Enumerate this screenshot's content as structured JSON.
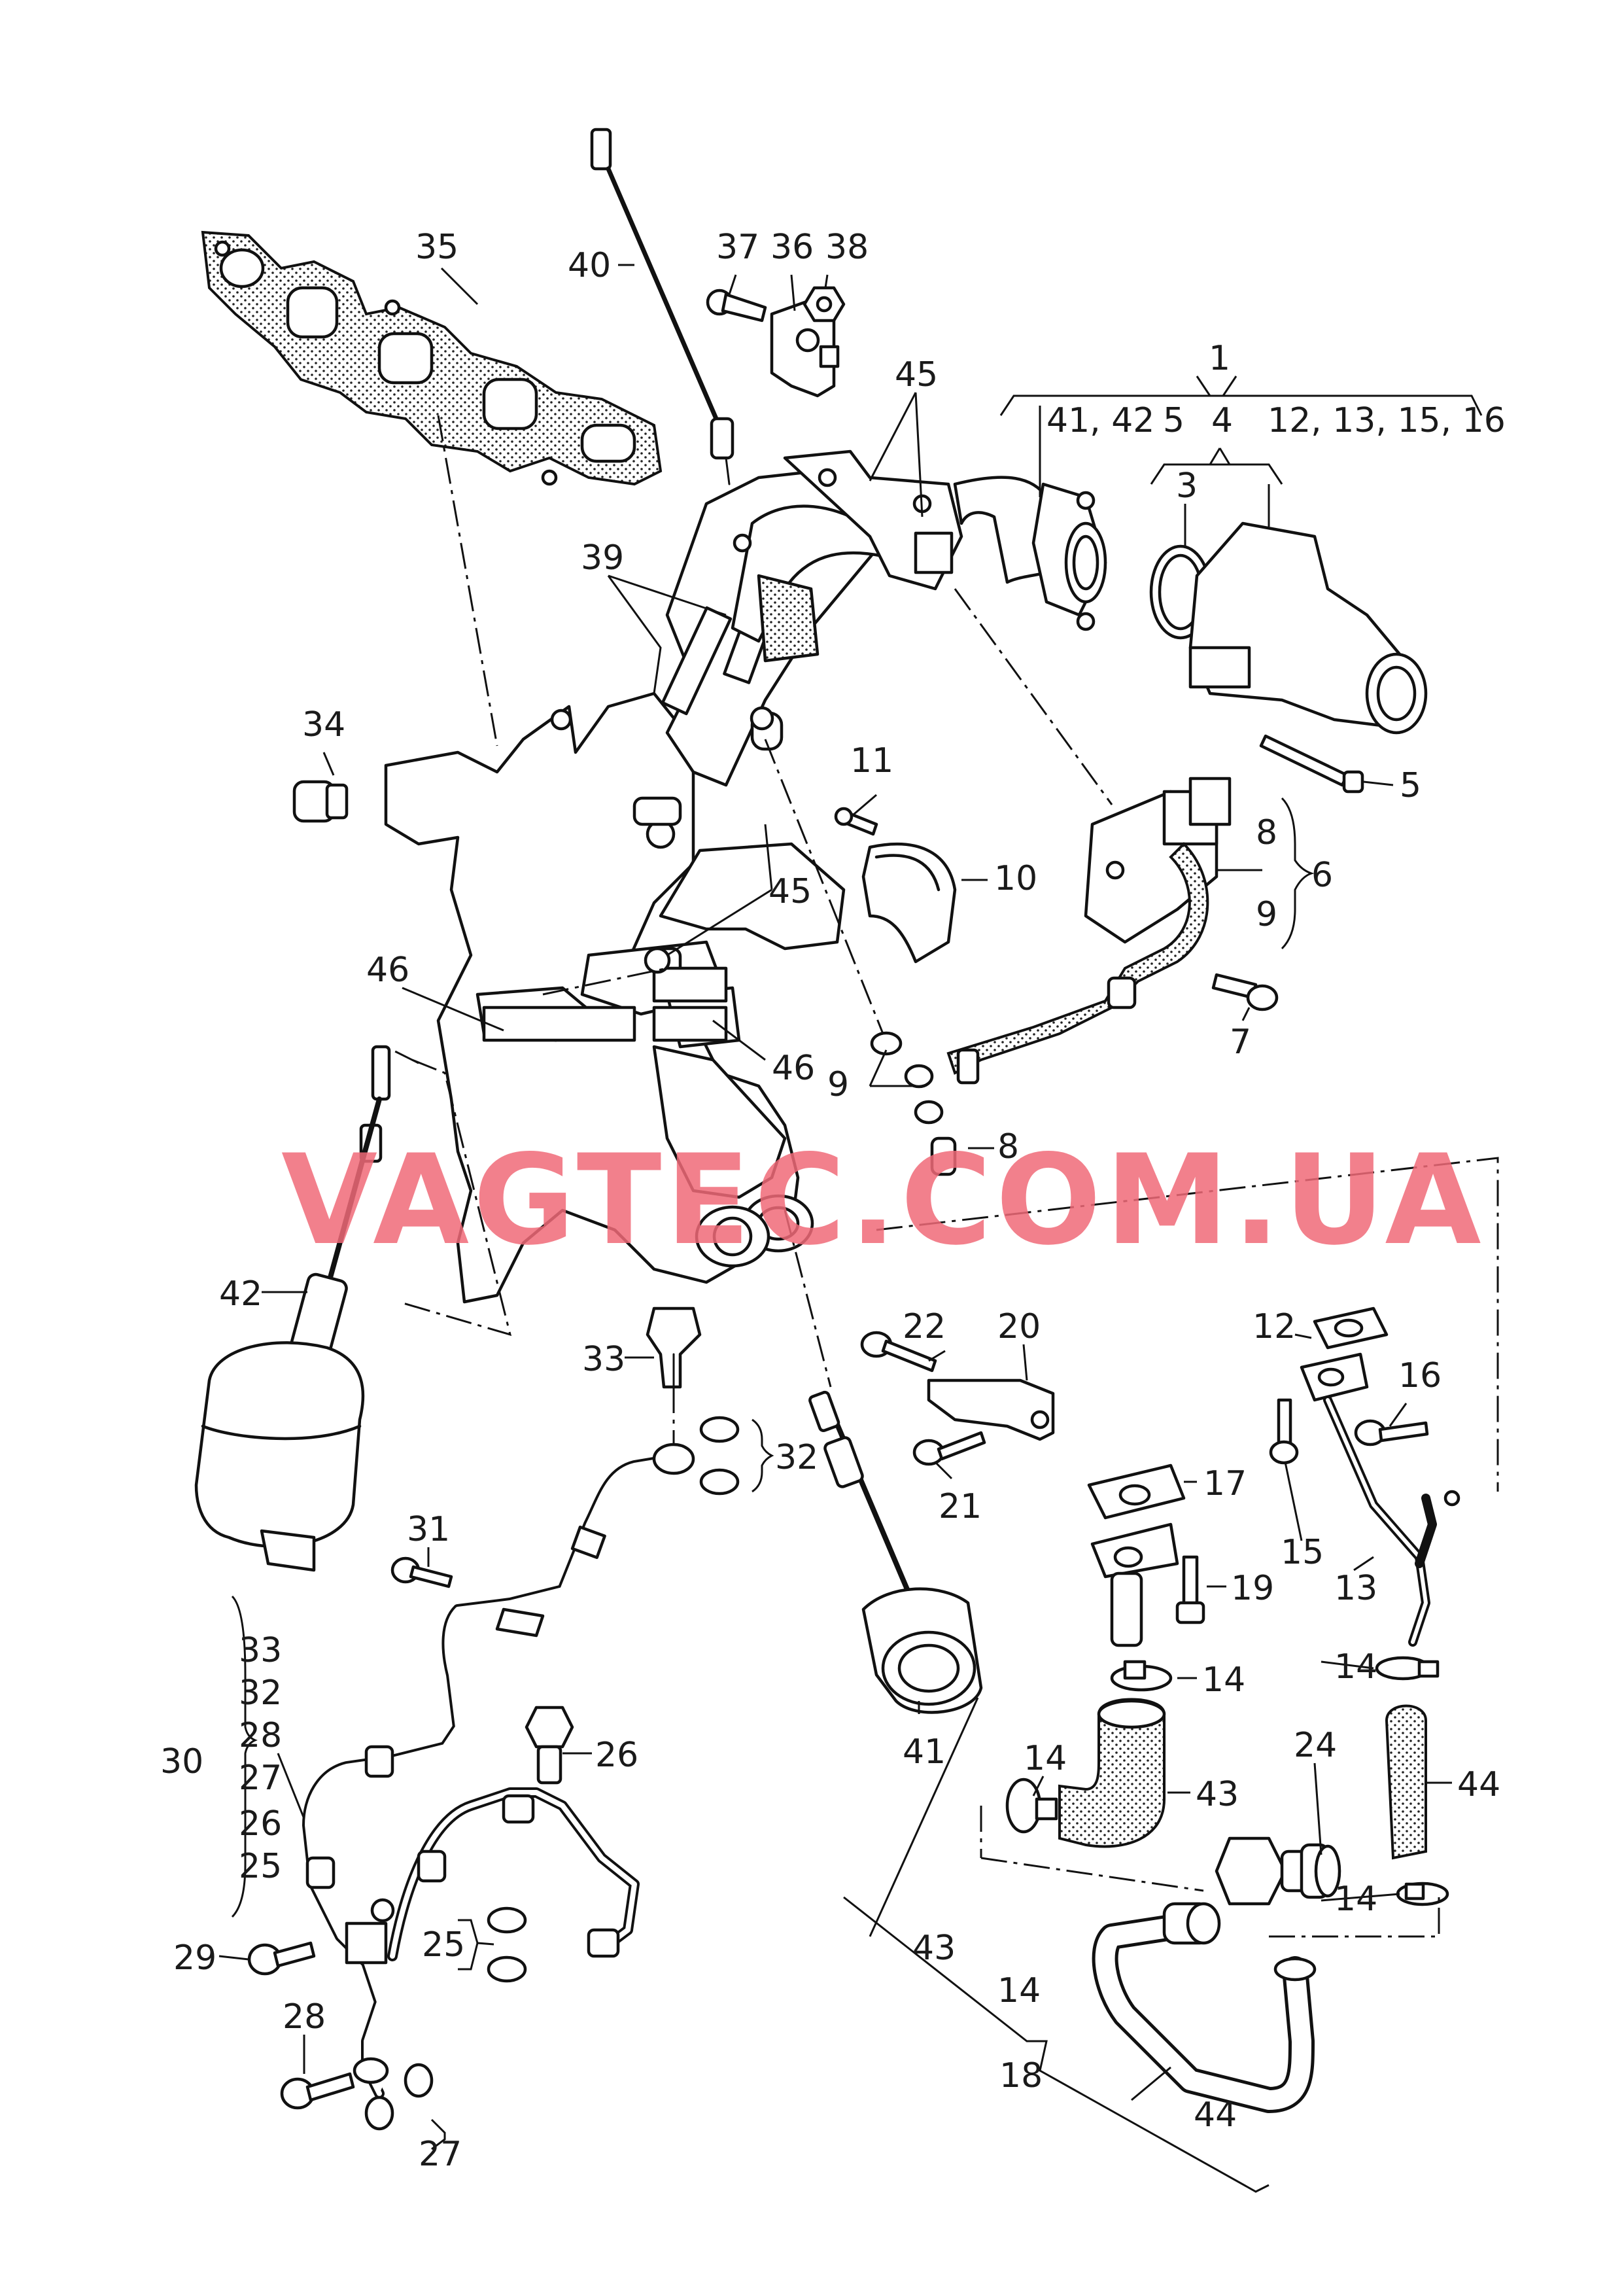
{
  "watermark": "VAGTEC.COM.UA",
  "group_headers": {
    "top_left": "41, 42",
    "top_mid": "5",
    "top_mid2": "4",
    "top_right": "12, 13, 15, 16"
  },
  "callouts": {
    "c1": "1",
    "c3": "3",
    "c4": "4",
    "c5": "5",
    "c5b": "5",
    "c6": "6",
    "c7": "7",
    "c8": "8",
    "c8b": "8",
    "c9": "9",
    "c9b": "9",
    "c10": "10",
    "c11": "11",
    "c12": "12",
    "c13": "13",
    "c14a": "14",
    "c14b": "14",
    "c14c": "14",
    "c14d": "14",
    "c14e": "14",
    "c15": "15",
    "c16": "16",
    "c17": "17",
    "c18": "18",
    "c19": "19",
    "c20": "20",
    "c21": "21",
    "c22": "22",
    "c24": "24",
    "c25": "25",
    "c25b": "25",
    "c26": "26",
    "c26b": "26",
    "c27": "27",
    "c27b": "27",
    "c28": "28",
    "c28b": "28",
    "c29": "29",
    "c30": "30",
    "c31": "31",
    "c32": "32",
    "c32b": "32",
    "c33": "33",
    "c33b": "33",
    "c34": "34",
    "c35": "35",
    "c36": "36",
    "c37": "37",
    "c38": "38",
    "c39": "39",
    "c40": "40",
    "c41": "41",
    "c42": "42",
    "c43": "43",
    "c43b": "43",
    "c44": "44",
    "c44b": "44",
    "c45": "45",
    "c45b": "45",
    "c46": "46",
    "c46b": "46"
  }
}
